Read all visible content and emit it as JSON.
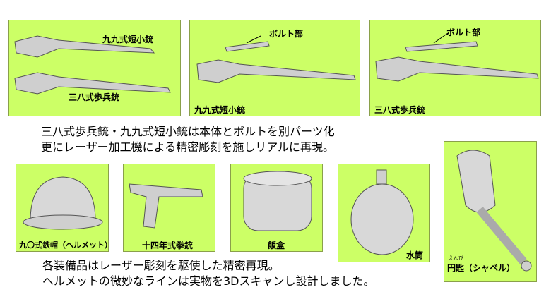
{
  "top_panels": [
    {
      "labels": [
        "九九式短小銃",
        "三八式歩兵銃"
      ]
    },
    {
      "callout": "ボルト部",
      "label": "九九式短小銃"
    },
    {
      "callout": "ボルト部",
      "label": "三八式歩兵銃"
    }
  ],
  "caption1": [
    "三八式歩兵銃・九九式短小銃は本体とボルトを別パーツ化",
    "更にレーザー加工機による精密彫刻を施しリアルに再現。"
  ],
  "bottom_panels": [
    {
      "label": "九〇式鉄帽（ヘルメット）"
    },
    {
      "label": "十四年式拳銃"
    },
    {
      "label": "飯盒"
    },
    {
      "label": "水筒"
    },
    {
      "label": "円匙（シャベル）",
      "ruby": "えんぴ"
    }
  ],
  "caption2": [
    "各装備品はレーザー彫刻を駆使した精密再現。",
    "ヘルメットの微妙なラインは実物を3Dスキャンし設計しました。"
  ],
  "colors": {
    "panel": "#ccff66",
    "model": "#cfcfcf"
  }
}
